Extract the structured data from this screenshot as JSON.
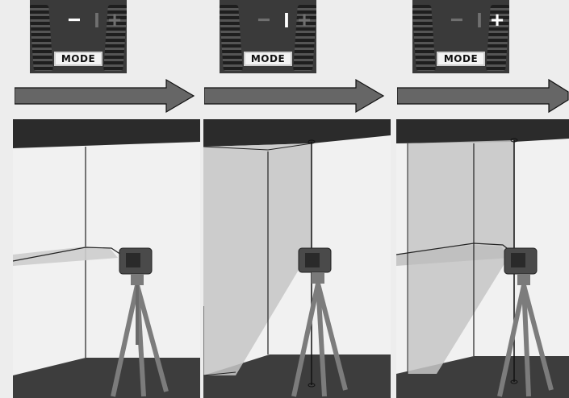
{
  "panels": [
    {
      "mode_label": "MODE",
      "minus": "−",
      "bar": "I",
      "plus": "+",
      "active": "minus"
    },
    {
      "mode_label": "MODE",
      "minus": "−",
      "bar": "I",
      "plus": "+",
      "active": "bar"
    },
    {
      "mode_label": "MODE",
      "minus": "−",
      "bar": "I",
      "plus": "+",
      "active": "plus"
    }
  ],
  "colors": {
    "ceiling": "#2b2b2b",
    "floor": "#3d3d3d",
    "wall": "#f1f1f1",
    "laser_plane": "#cfcfcf",
    "panel_bg": "#3a3a3a",
    "arrow": "#666666"
  }
}
